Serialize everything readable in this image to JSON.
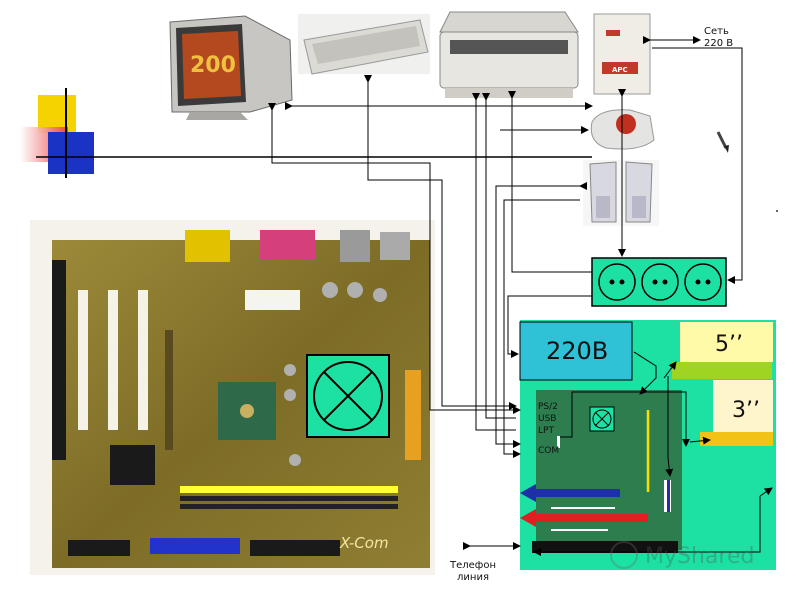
{
  "labels": {
    "mains": "Сеть\n220 В",
    "phone_line": "Телефон\nлиния",
    "psu_220": "220В",
    "bay_5": "5’’",
    "bay_3": "3’’",
    "port_ps2": "PS/2",
    "port_usb": "USB",
    "port_lpt": "LPT",
    "port_com": "COM"
  },
  "monitor_screen_text": "200",
  "motherboard_brand": "X-Com",
  "watermark": "MyShared",
  "ups_brand": "APC",
  "colors": {
    "case_green": "#1de0a3",
    "board_green": "#2e7d4f",
    "psu_cyan": "#2fc1d6",
    "bay5_yellow": "#fffaa8",
    "bay5_bar": "#9fd423",
    "bay3_cream": "#fff5cc",
    "bay3_bar": "#f2c316",
    "socket_box": "#1de0a3",
    "arrow_blue": "#1f2fa8",
    "arrow_red": "#e02020",
    "logo_yellow": "#f5d300",
    "logo_blue": "#1b33c4",
    "logo_red": "#e83b3b",
    "pcb": "#8a7a30",
    "wire": "#000000"
  },
  "icons": [
    "monitor-icon",
    "keyboard-icon",
    "printer-icon",
    "ups-icon",
    "mouse-icon",
    "speakers-icon",
    "motherboard-photo",
    "pencil-icon",
    "fan-icon",
    "watermark-logo"
  ]
}
